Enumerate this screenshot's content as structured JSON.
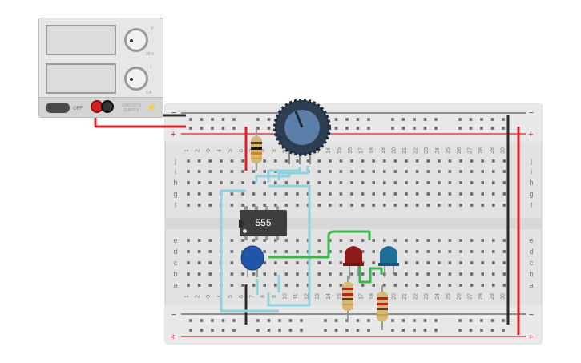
{
  "power_supply": {
    "switch_label": "OFF",
    "model_label": "CIRCUITS SUPPLY",
    "voltage_knob_label": "V",
    "current_knob_label": "I",
    "voltage_range_max": "30 V",
    "current_range_max": "5 A"
  },
  "breadboard": {
    "columns": [
      "1",
      "2",
      "3",
      "4",
      "5",
      "6",
      "7",
      "8",
      "9",
      "10",
      "11",
      "12",
      "13",
      "14",
      "15",
      "16",
      "17",
      "18",
      "19",
      "20",
      "21",
      "22",
      "23",
      "24",
      "25",
      "26",
      "27",
      "28",
      "29",
      "30"
    ],
    "top_rows": [
      "j",
      "i",
      "h",
      "g",
      "f"
    ],
    "bottom_rows": [
      "e",
      "d",
      "c",
      "b",
      "a"
    ],
    "rail_minus": "−",
    "rail_plus": "+"
  },
  "ic": {
    "label": "555"
  },
  "colors": {
    "wire_red": "#e02020",
    "wire_black": "#2b2b2b",
    "wire_cyan": "#8fd3e0",
    "wire_green": "#38b84a",
    "led_red": "#8e1a1a",
    "led_blue": "#1e6e96",
    "capacitor": "#1f56a8",
    "potentiometer": "#2d3d52"
  }
}
